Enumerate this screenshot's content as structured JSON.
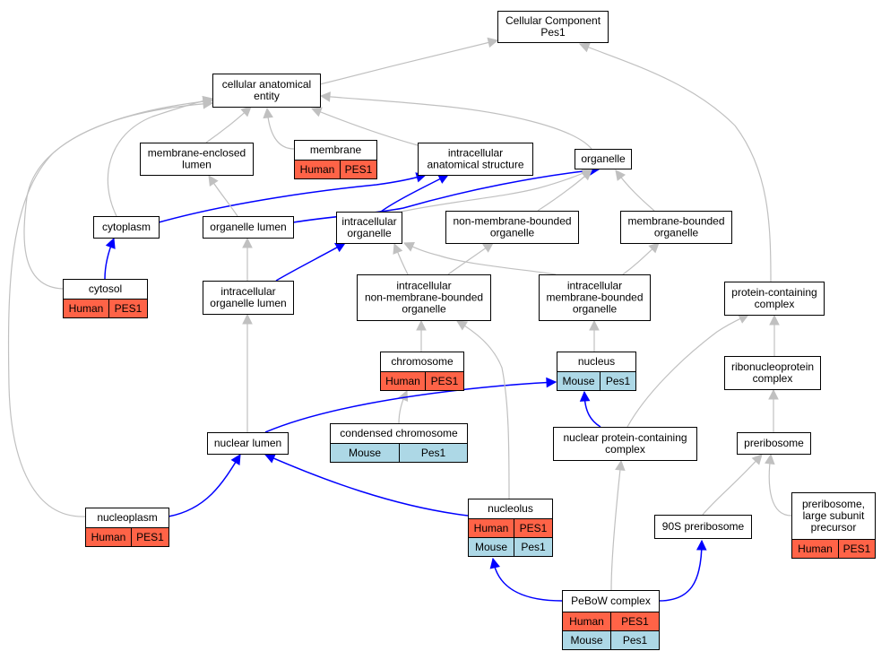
{
  "colors": {
    "human": "#ff6347",
    "mouse": "#add8e6",
    "grey_edge": "#c0c0c0",
    "blue_edge": "#0000ff",
    "node_fill": "#ffffff",
    "border": "#000000"
  },
  "nodes": {
    "cellular_component": {
      "lines": [
        "Cellular Component",
        "Pes1"
      ]
    },
    "cellular_anatomical_entity": {
      "lines": [
        "cellular anatomical",
        "entity"
      ]
    },
    "membrane_enclosed_lumen": {
      "lines": [
        "membrane-enclosed",
        "lumen"
      ]
    },
    "membrane": {
      "lines": [
        "membrane"
      ],
      "annotations": [
        {
          "species": "Human",
          "gene": "PES1"
        }
      ]
    },
    "intracellular_anatomical_structure": {
      "lines": [
        "intracellular",
        "anatomical structure"
      ]
    },
    "organelle": {
      "lines": [
        "organelle"
      ]
    },
    "cytoplasm": {
      "lines": [
        "cytoplasm"
      ]
    },
    "organelle_lumen": {
      "lines": [
        "organelle lumen"
      ]
    },
    "intracellular_organelle": {
      "lines": [
        "intracellular",
        "organelle"
      ]
    },
    "non_membrane_bounded_organelle": {
      "lines": [
        "non-membrane-bounded",
        "organelle"
      ]
    },
    "membrane_bounded_organelle": {
      "lines": [
        "membrane-bounded",
        "organelle"
      ]
    },
    "cytosol": {
      "lines": [
        "cytosol"
      ],
      "annotations": [
        {
          "species": "Human",
          "gene": "PES1"
        }
      ]
    },
    "intracellular_organelle_lumen": {
      "lines": [
        "intracellular",
        "organelle lumen"
      ]
    },
    "intracellular_non_membrane_bounded_organelle": {
      "lines": [
        "intracellular",
        "non-membrane-bounded",
        "organelle"
      ]
    },
    "intracellular_membrane_bounded_organelle": {
      "lines": [
        "intracellular",
        "membrane-bounded",
        "organelle"
      ]
    },
    "protein_containing_complex": {
      "lines": [
        "protein-containing",
        "complex"
      ]
    },
    "chromosome": {
      "lines": [
        "chromosome"
      ],
      "annotations": [
        {
          "species": "Human",
          "gene": "PES1"
        }
      ]
    },
    "nucleus": {
      "lines": [
        "nucleus"
      ],
      "annotations": [
        {
          "species": "Mouse",
          "gene": "Pes1"
        }
      ]
    },
    "ribonucleoprotein_complex": {
      "lines": [
        "ribonucleoprotein",
        "complex"
      ]
    },
    "condensed_chromosome": {
      "lines": [
        "condensed chromosome"
      ],
      "annotations": [
        {
          "species": "Mouse",
          "gene": "Pes1"
        }
      ]
    },
    "nuclear_lumen": {
      "lines": [
        "nuclear lumen"
      ]
    },
    "nuclear_protein_containing_complex": {
      "lines": [
        "nuclear protein-containing",
        "complex"
      ]
    },
    "preribosome": {
      "lines": [
        "preribosome"
      ]
    },
    "nucleoplasm": {
      "lines": [
        "nucleoplasm"
      ],
      "annotations": [
        {
          "species": "Human",
          "gene": "PES1"
        }
      ]
    },
    "nucleolus": {
      "lines": [
        "nucleolus"
      ],
      "annotations": [
        {
          "species": "Human",
          "gene": "PES1"
        },
        {
          "species": "Mouse",
          "gene": "Pes1"
        }
      ]
    },
    "preribosome_90s": {
      "lines": [
        "90S preribosome"
      ]
    },
    "preribosome_large_subunit_precursor": {
      "lines": [
        "preribosome,",
        "large subunit",
        "precursor"
      ],
      "annotations": [
        {
          "species": "Human",
          "gene": "PES1"
        }
      ]
    },
    "pebow_complex": {
      "lines": [
        "PeBoW complex"
      ],
      "annotations": [
        {
          "species": "Human",
          "gene": "PES1"
        },
        {
          "species": "Mouse",
          "gene": "Pes1"
        }
      ]
    }
  },
  "edges": [
    {
      "from": "cellular_anatomical_entity",
      "to": "cellular_component",
      "kind": "is_a"
    },
    {
      "from": "protein_containing_complex",
      "to": "cellular_component",
      "kind": "is_a"
    },
    {
      "from": "membrane_enclosed_lumen",
      "to": "cellular_anatomical_entity",
      "kind": "is_a"
    },
    {
      "from": "membrane",
      "to": "cellular_anatomical_entity",
      "kind": "is_a"
    },
    {
      "from": "intracellular_anatomical_structure",
      "to": "cellular_anatomical_entity",
      "kind": "is_a"
    },
    {
      "from": "organelle",
      "to": "cellular_anatomical_entity",
      "kind": "is_a"
    },
    {
      "from": "cytoplasm",
      "to": "cellular_anatomical_entity",
      "kind": "is_a"
    },
    {
      "from": "cytosol",
      "to": "cellular_anatomical_entity",
      "kind": "is_a"
    },
    {
      "from": "nucleoplasm",
      "to": "cellular_anatomical_entity",
      "kind": "is_a"
    },
    {
      "from": "cytoplasm",
      "to": "intracellular_anatomical_structure",
      "kind": "part_of"
    },
    {
      "from": "organelle_lumen",
      "to": "membrane_enclosed_lumen",
      "kind": "is_a"
    },
    {
      "from": "organelle_lumen",
      "to": "organelle",
      "kind": "part_of"
    },
    {
      "from": "intracellular_organelle",
      "to": "intracellular_anatomical_structure",
      "kind": "part_of"
    },
    {
      "from": "intracellular_organelle",
      "to": "organelle",
      "kind": "is_a"
    },
    {
      "from": "non_membrane_bounded_organelle",
      "to": "organelle",
      "kind": "is_a"
    },
    {
      "from": "membrane_bounded_organelle",
      "to": "organelle",
      "kind": "is_a"
    },
    {
      "from": "cytosol",
      "to": "cytoplasm",
      "kind": "part_of"
    },
    {
      "from": "intracellular_organelle_lumen",
      "to": "organelle_lumen",
      "kind": "is_a"
    },
    {
      "from": "intracellular_organelle_lumen",
      "to": "intracellular_organelle",
      "kind": "part_of"
    },
    {
      "from": "intracellular_non_membrane_bounded_organelle",
      "to": "intracellular_organelle",
      "kind": "is_a"
    },
    {
      "from": "intracellular_non_membrane_bounded_organelle",
      "to": "non_membrane_bounded_organelle",
      "kind": "is_a"
    },
    {
      "from": "intracellular_membrane_bounded_organelle",
      "to": "intracellular_organelle",
      "kind": "is_a"
    },
    {
      "from": "intracellular_membrane_bounded_organelle",
      "to": "membrane_bounded_organelle",
      "kind": "is_a"
    },
    {
      "from": "chromosome",
      "to": "intracellular_non_membrane_bounded_organelle",
      "kind": "is_a"
    },
    {
      "from": "nucleus",
      "to": "intracellular_membrane_bounded_organelle",
      "kind": "is_a"
    },
    {
      "from": "ribonucleoprotein_complex",
      "to": "protein_containing_complex",
      "kind": "is_a"
    },
    {
      "from": "nuclear_protein_containing_complex",
      "to": "protein_containing_complex",
      "kind": "is_a"
    },
    {
      "from": "condensed_chromosome",
      "to": "chromosome",
      "kind": "is_a"
    },
    {
      "from": "nuclear_lumen",
      "to": "intracellular_organelle_lumen",
      "kind": "is_a"
    },
    {
      "from": "nuclear_lumen",
      "to": "nucleus",
      "kind": "part_of"
    },
    {
      "from": "nuclear_protein_containing_complex",
      "to": "nucleus",
      "kind": "part_of"
    },
    {
      "from": "preribosome",
      "to": "ribonucleoprotein_complex",
      "kind": "is_a"
    },
    {
      "from": "nucleoplasm",
      "to": "nuclear_lumen",
      "kind": "part_of"
    },
    {
      "from": "nucleolus",
      "to": "nuclear_lumen",
      "kind": "part_of"
    },
    {
      "from": "nucleolus",
      "to": "intracellular_non_membrane_bounded_organelle",
      "kind": "is_a"
    },
    {
      "from": "preribosome_90s",
      "to": "preribosome",
      "kind": "is_a"
    },
    {
      "from": "preribosome_large_subunit_precursor",
      "to": "preribosome",
      "kind": "is_a"
    },
    {
      "from": "pebow_complex",
      "to": "nuclear_protein_containing_complex",
      "kind": "is_a"
    },
    {
      "from": "pebow_complex",
      "to": "nucleolus",
      "kind": "part_of"
    },
    {
      "from": "pebow_complex",
      "to": "preribosome_90s",
      "kind": "part_of"
    }
  ]
}
